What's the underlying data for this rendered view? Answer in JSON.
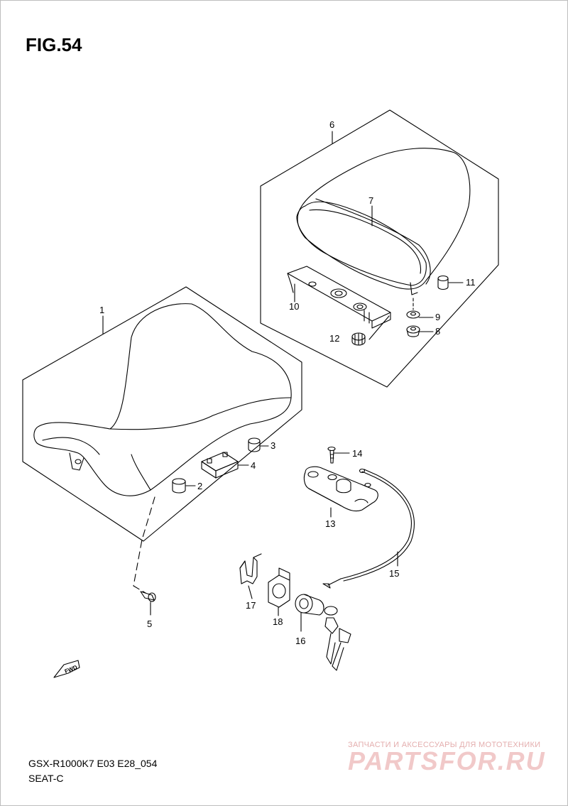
{
  "figure": {
    "title": "FIG.54"
  },
  "callouts": [
    "1",
    "2",
    "3",
    "4",
    "5",
    "6",
    "7",
    "8",
    "9",
    "10",
    "11",
    "12",
    "13",
    "14",
    "15",
    "16",
    "17",
    "18"
  ],
  "fwd_marker": "FWD",
  "footer": {
    "model_code": "GSX-R1000K7 E03 E28_054",
    "section": "SEAT-C"
  },
  "watermark": {
    "tagline": "ЗАПЧАСТИ И АКСЕССУАРЫ ДЛЯ МОТОТЕХНИКИ",
    "brand": "PARTSFOR.RU",
    "color": "#e8a0a0"
  }
}
